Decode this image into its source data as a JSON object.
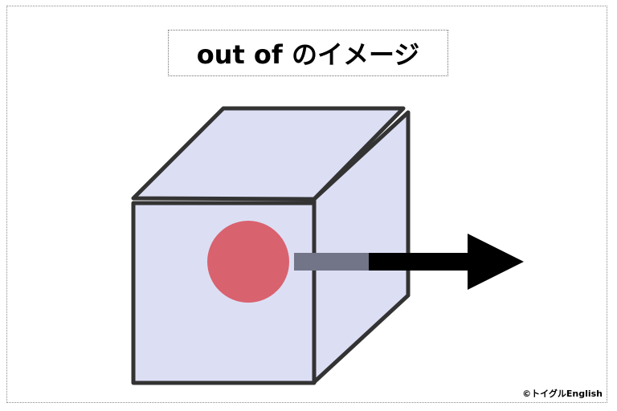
{
  "title": "out of のイメージ",
  "credit": "©トイグルEnglish",
  "colors": {
    "cube_fill": "#dcdff4",
    "cube_stroke": "#333333",
    "ball": "#d9626f",
    "arrow": "#000000",
    "arrow_inside": "#727487"
  },
  "icons": {
    "cube": "cube-shape",
    "ball": "circle-shape",
    "arrow": "right-arrow"
  }
}
